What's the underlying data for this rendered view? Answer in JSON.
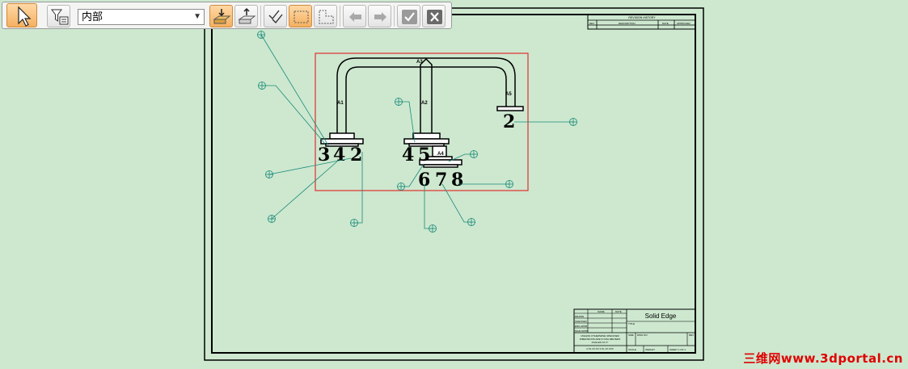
{
  "toolbar": {
    "filter_combo_value": "内部",
    "buttons": [
      {
        "name": "select-tool-button",
        "icon": "cursor-arrow-icon",
        "active": true
      },
      {
        "name": "filter-button",
        "icon": "filter-list-icon",
        "active": false
      },
      {
        "name": "import-button",
        "icon": "tray-download-icon",
        "active": true
      },
      {
        "name": "export-button",
        "icon": "tray-upload-icon",
        "active": false
      },
      {
        "name": "select-all-button",
        "icon": "double-check-icon",
        "active": false
      },
      {
        "name": "rectangle-select-button",
        "icon": "rectangle-icon",
        "active": true
      },
      {
        "name": "fence-select-button",
        "icon": "l-shape-icon",
        "active": false
      },
      {
        "name": "back-button",
        "icon": "arrow-left-icon",
        "active": false
      },
      {
        "name": "forward-button",
        "icon": "arrow-right-icon",
        "active": false
      },
      {
        "name": "accept-button",
        "icon": "checkmark-icon",
        "active": false
      },
      {
        "name": "cancel-button",
        "icon": "x-icon",
        "active": false
      }
    ]
  },
  "drawing": {
    "revision_table_title": "REVISION HISTORY",
    "revision_columns": [
      "REV",
      "DESCRIPTION",
      "DATE",
      "APPROVED"
    ],
    "title_block_brand": "Solid Edge",
    "title_block_notes": [
      "UNLESS OTHERWISE SPECIFIED",
      "DIMENSIONS ARE IN MILLIMETERS",
      "ANGLES ±X.X°",
      "2 PL ±X.XX 3 PL ±X.XXX"
    ],
    "title_block_labels": [
      "NAME",
      "DATE",
      "DRAWN",
      "CHECKED",
      "ENG APPR",
      "MGR APPR",
      "SIZE",
      "DWG NO",
      "REV",
      "TITLE",
      "SCALE",
      "WEIGHT",
      "SHEET 1 OF 1"
    ],
    "balloon_numbers": [
      "3",
      "4",
      "2",
      "4",
      "5",
      "6",
      "7",
      "8",
      "2"
    ],
    "part_labels": [
      "A1",
      "A2",
      "A3",
      "A4",
      "A5"
    ],
    "colors": {
      "background": "#cde8cf",
      "sheet_line": "#000000",
      "leader": "#1b8a7a",
      "selection": "#e03030"
    }
  },
  "watermark": "三维网www.3dportal.cn"
}
